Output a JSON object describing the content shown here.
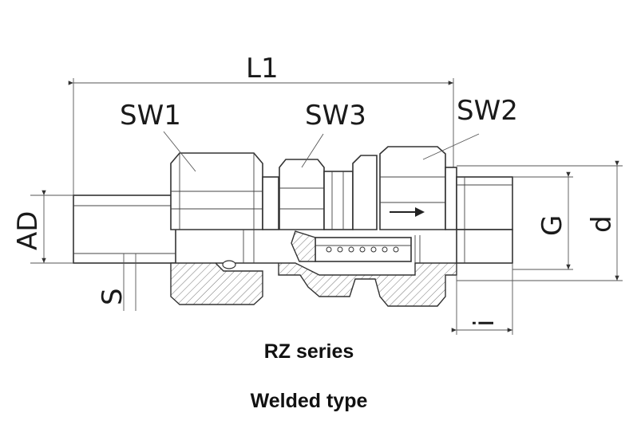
{
  "labels": {
    "l1": "L1",
    "sw1": "SW1",
    "sw3": "SW3",
    "sw2": "SW2",
    "ad": "AD",
    "s": "S",
    "g": "G",
    "d": "d",
    "i": "i"
  },
  "captions": {
    "series": "RZ series",
    "type": "Welded type"
  },
  "icons": {
    "flow_arrow": "flow-direction-arrow-icon"
  }
}
